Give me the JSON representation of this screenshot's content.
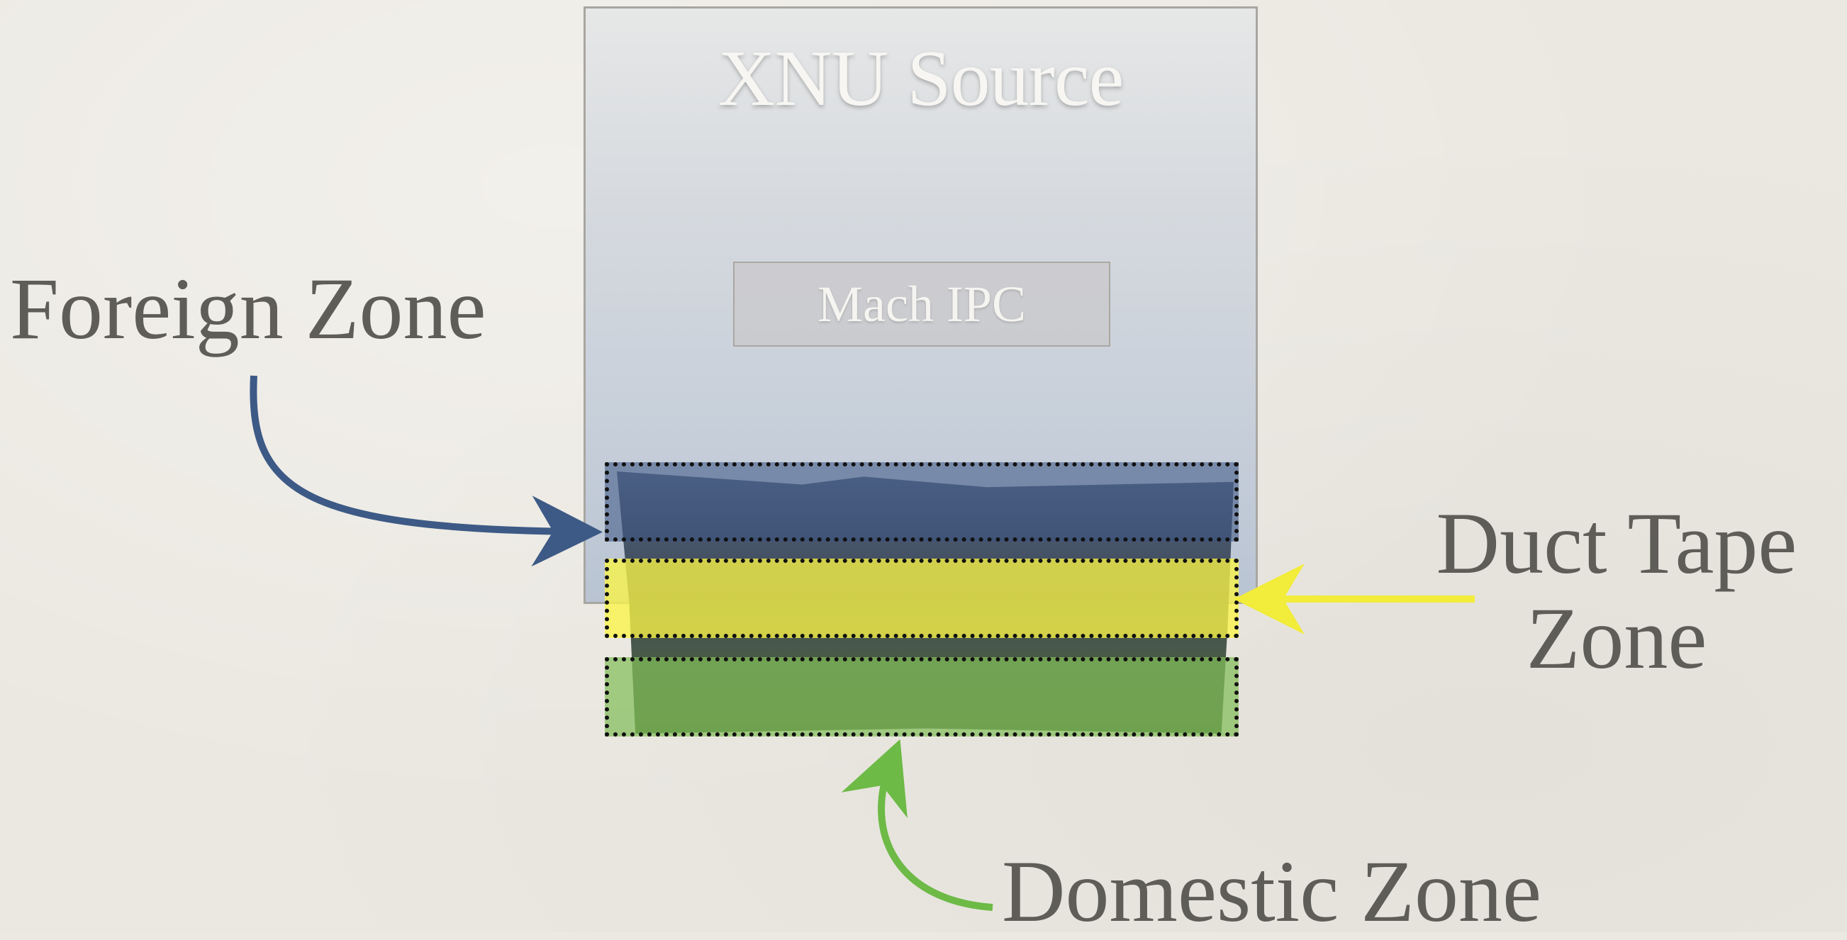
{
  "diagram": {
    "source_title": "XNU Source",
    "inner_box_label": "Mach IPC",
    "zones": [
      {
        "name": "Foreign Zone",
        "color": "#3a5484"
      },
      {
        "name": "Duct Tape Zone",
        "color": "#f7f03c"
      },
      {
        "name": "Domestic Zone",
        "color": "#7ab84f"
      }
    ],
    "labels": {
      "foreign": "Foreign Zone",
      "duct": "Duct Tape Zone",
      "domestic": "Domestic Zone"
    },
    "arrow_colors": {
      "foreign": "#3d5a86",
      "duct": "#f2ec3a",
      "domestic": "#6dba46"
    }
  }
}
